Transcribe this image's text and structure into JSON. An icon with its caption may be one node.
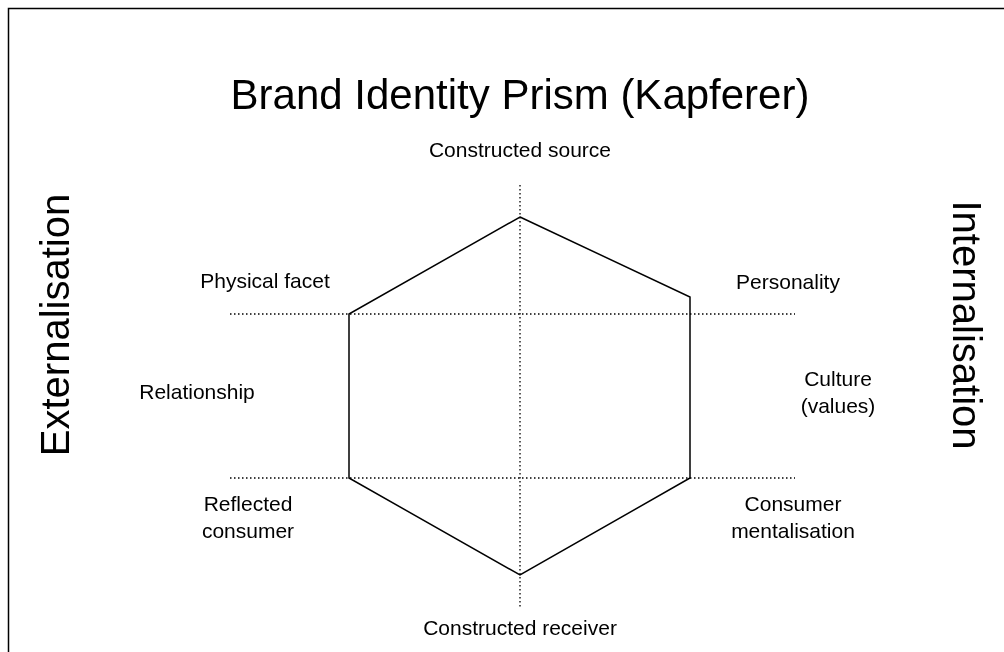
{
  "diagram": {
    "title": "Brand Identity Prism (Kapferer)",
    "labels": [
      "Constructed source",
      "Externalisation",
      "Internalisation",
      "Physical facet",
      "Personality",
      "Relationship",
      "Culture (values)",
      "Reflected consumer",
      "Consumer mentalisation",
      "Constructed receiver"
    ]
  }
}
